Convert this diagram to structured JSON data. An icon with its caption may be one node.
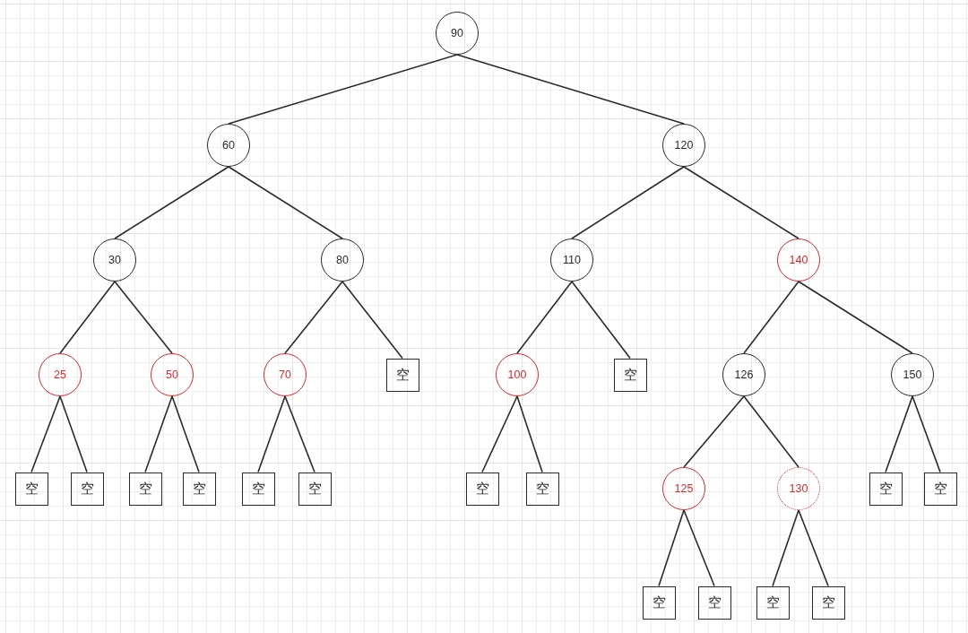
{
  "diagram": {
    "nodes": [
      {
        "text": [
          "90"
        ]
      },
      {
        "text": [
          "60"
        ]
      },
      {
        "text": [
          "120"
        ]
      },
      {
        "text": [
          "30"
        ]
      },
      {
        "text": [
          "80"
        ]
      },
      {
        "text": [
          "110"
        ]
      },
      {
        "text": [
          "140"
        ]
      },
      {
        "text": [
          "25"
        ]
      },
      {
        "text": [
          "50"
        ]
      },
      {
        "text": [
          "70"
        ]
      },
      {
        "text": [
          "空"
        ]
      },
      {
        "text": [
          "100"
        ]
      },
      {
        "text": [
          "空"
        ]
      },
      {
        "text": [
          "126"
        ]
      },
      {
        "text": [
          "150"
        ]
      },
      {
        "text": [
          "空"
        ]
      },
      {
        "text": [
          "空"
        ]
      },
      {
        "text": [
          "空"
        ]
      },
      {
        "text": [
          "空"
        ]
      },
      {
        "text": [
          "空"
        ]
      },
      {
        "text": [
          "空"
        ]
      },
      {
        "text": [
          "空"
        ]
      },
      {
        "text": [
          "空"
        ]
      },
      {
        "text": [
          "125"
        ]
      },
      {
        "text": [
          "130"
        ]
      },
      {
        "text": [
          "空"
        ]
      },
      {
        "text": [
          "空"
        ]
      },
      {
        "text": [
          "空"
        ]
      },
      {
        "text": [
          "空"
        ]
      },
      {
        "text": [
          "空"
        ]
      },
      {
        "text": [
          "空"
        ]
      }
    ],
    "edges": [
      {
        "from": 0,
        "to": 1,
        "arrow": "none"
      },
      {
        "from": 0,
        "to": 2,
        "arrow": "none"
      },
      {
        "from": 1,
        "to": 3,
        "arrow": "none"
      },
      {
        "from": 1,
        "to": 4,
        "arrow": "none"
      },
      {
        "from": 2,
        "to": 5,
        "arrow": "none"
      },
      {
        "from": 2,
        "to": 6,
        "arrow": "none"
      },
      {
        "from": 3,
        "to": 7,
        "arrow": "none"
      },
      {
        "from": 3,
        "to": 8,
        "arrow": "none"
      },
      {
        "from": 4,
        "to": 9,
        "arrow": "none"
      },
      {
        "from": 4,
        "to": 10,
        "arrow": "none"
      },
      {
        "from": 5,
        "to": 11,
        "arrow": "none"
      },
      {
        "from": 5,
        "to": 12,
        "arrow": "none"
      },
      {
        "from": 6,
        "to": 13,
        "arrow": "none"
      },
      {
        "from": 6,
        "to": 14,
        "arrow": "none"
      },
      {
        "from": 7,
        "to": 15,
        "arrow": "none"
      },
      {
        "from": 7,
        "to": 16,
        "arrow": "none"
      },
      {
        "from": 8,
        "to": 17,
        "arrow": "none"
      },
      {
        "from": 8,
        "to": 18,
        "arrow": "none"
      },
      {
        "from": 9,
        "to": 19,
        "arrow": "none"
      },
      {
        "from": 9,
        "to": 20,
        "arrow": "none"
      },
      {
        "from": 11,
        "to": 21,
        "arrow": "none"
      },
      {
        "from": 11,
        "to": 22,
        "arrow": "none"
      },
      {
        "from": 13,
        "to": 23,
        "arrow": "none"
      },
      {
        "from": 13,
        "to": 24,
        "arrow": "none"
      },
      {
        "from": 14,
        "to": 25,
        "arrow": "none"
      },
      {
        "from": 14,
        "to": 26,
        "arrow": "none"
      },
      {
        "from": 23,
        "to": 27,
        "arrow": "none"
      },
      {
        "from": 23,
        "to": 28,
        "arrow": "none"
      },
      {
        "from": 24,
        "to": 29,
        "arrow": "none"
      },
      {
        "from": 24,
        "to": 30,
        "arrow": "none"
      }
    ]
  }
}
